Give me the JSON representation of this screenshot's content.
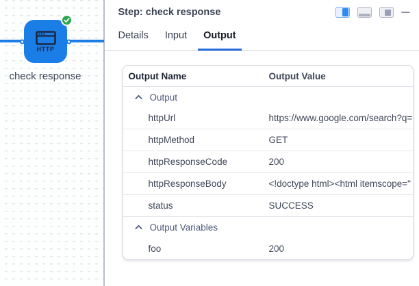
{
  "canvas": {
    "node": {
      "label": "check response",
      "type_label": "HTTP",
      "status": "success"
    }
  },
  "panel": {
    "title": "Step: check response",
    "window_controls": [
      {
        "name": "dock-right",
        "active": true
      },
      {
        "name": "dock-bottom",
        "active": false
      },
      {
        "name": "popout",
        "active": false
      },
      {
        "name": "minimize",
        "active": false
      }
    ],
    "tabs": [
      {
        "label": "Details",
        "active": false
      },
      {
        "label": "Input",
        "active": false
      },
      {
        "label": "Output",
        "active": true
      }
    ],
    "table": {
      "columns": [
        "Output Name",
        "Output Value"
      ],
      "groups": [
        {
          "label": "Output",
          "collapsed": false,
          "rows": [
            {
              "name": "httpUrl",
              "value": "https://www.google.com/search?q="
            },
            {
              "name": "httpMethod",
              "value": "GET"
            },
            {
              "name": "httpResponseCode",
              "value": "200"
            },
            {
              "name": "httpResponseBody",
              "value": "<!doctype html><html itemscope=\""
            },
            {
              "name": "status",
              "value": "SUCCESS"
            }
          ]
        },
        {
          "label": "Output Variables",
          "collapsed": false,
          "rows": [
            {
              "name": "foo",
              "value": "200"
            }
          ]
        }
      ]
    }
  },
  "colors": {
    "node_blue": "#1b7de6",
    "success_green": "#2aa84f",
    "active_tab_underline": "#2368d6",
    "active_control_blue": "#2f8bee"
  }
}
